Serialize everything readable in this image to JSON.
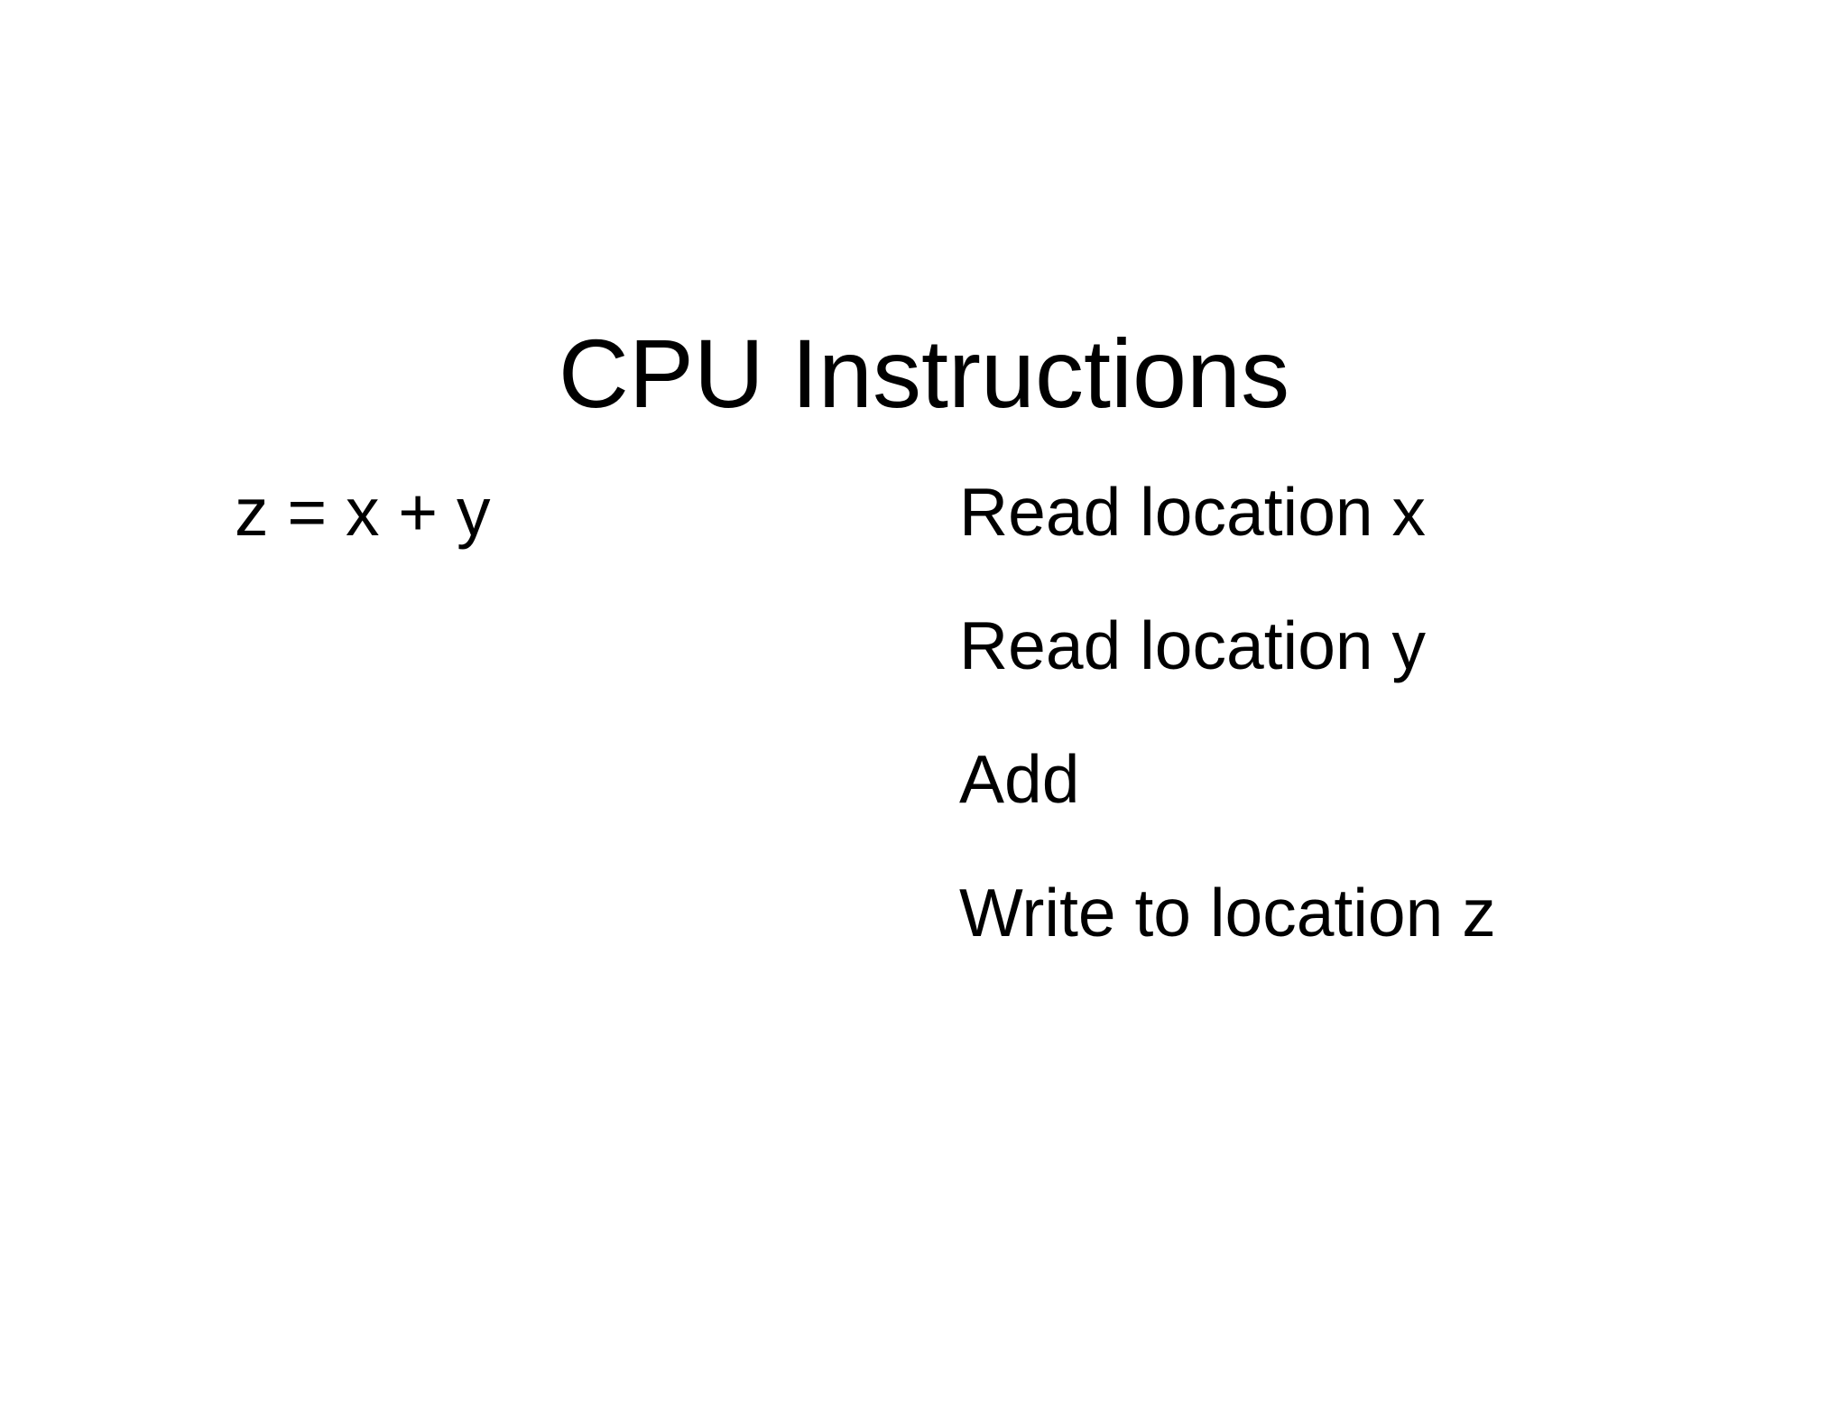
{
  "slide": {
    "title": "CPU Instructions",
    "equation": "z = x + y",
    "steps": [
      "Read location x",
      "Read location y",
      "Add",
      "Write to location z"
    ]
  }
}
